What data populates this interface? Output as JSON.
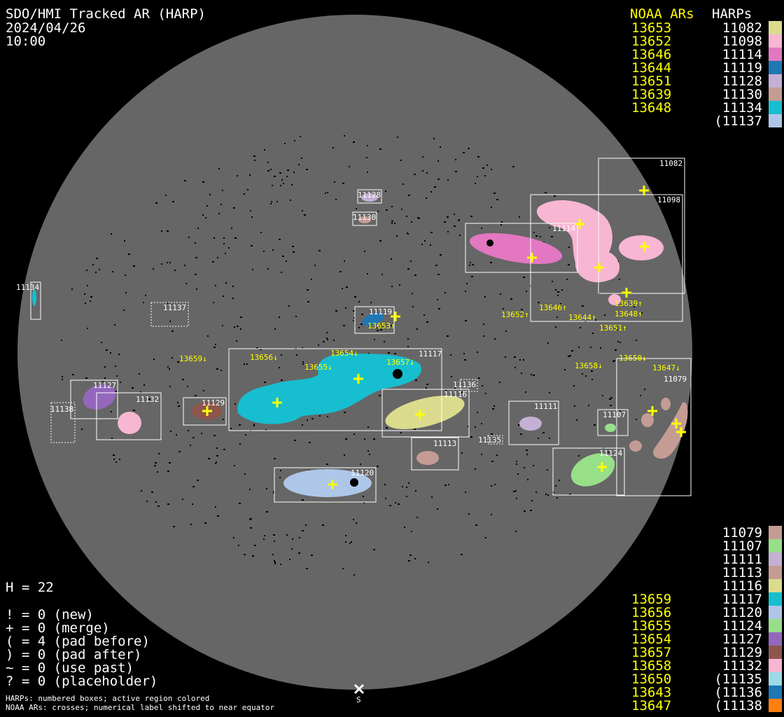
{
  "header": {
    "title": "SDO/HMI Tracked AR (HARP)",
    "date": "2024/04/26",
    "time": "10:00"
  },
  "legend_top": {
    "noaa_header": "NOAA ARs",
    "harp_header": "HARPs",
    "rows": [
      {
        "noaa": "13653",
        "harp": "11082",
        "color": "#dbdb8d"
      },
      {
        "noaa": "13652",
        "harp": "11098",
        "color": "#f7b6d2"
      },
      {
        "noaa": "13646",
        "harp": "11114",
        "color": "#e377c2"
      },
      {
        "noaa": "13644",
        "harp": "11119",
        "color": "#1f77b4"
      },
      {
        "noaa": "13651",
        "harp": "11128",
        "color": "#c5b0d5"
      },
      {
        "noaa": "13639",
        "harp": "11130",
        "color": "#c49c94"
      },
      {
        "noaa": "13648",
        "harp": "11134",
        "color": "#17becf"
      },
      {
        "noaa": "",
        "harp": "(11137",
        "color": "#aec7e8"
      }
    ]
  },
  "legend_bottom": {
    "rows": [
      {
        "noaa": "",
        "harp": "11079",
        "color": "#c49c94"
      },
      {
        "noaa": "",
        "harp": "11107",
        "color": "#98df8a"
      },
      {
        "noaa": "",
        "harp": "11111",
        "color": "#c5b0d5"
      },
      {
        "noaa": "",
        "harp": "11113",
        "color": "#c49c94"
      },
      {
        "noaa": "",
        "harp": "11116",
        "color": "#dbdb8d"
      },
      {
        "noaa": "13659",
        "harp": "11117",
        "color": "#17becf"
      },
      {
        "noaa": "13656",
        "harp": "11120",
        "color": "#aec7e8"
      },
      {
        "noaa": "13655",
        "harp": "11124",
        "color": "#98df8a"
      },
      {
        "noaa": "13654",
        "harp": "11127",
        "color": "#9467bd"
      },
      {
        "noaa": "13657",
        "harp": "11129",
        "color": "#8c564b"
      },
      {
        "noaa": "13658",
        "harp": "11132",
        "color": "#f7b6d2"
      },
      {
        "noaa": "13650",
        "harp": "(11135",
        "color": "#9edae5"
      },
      {
        "noaa": "13643",
        "harp": "(11136",
        "color": "#1f77b4"
      },
      {
        "noaa": "13647",
        "harp": "(11138",
        "color": "#ff7f0e"
      }
    ]
  },
  "stats": {
    "h": "H = 22",
    "lines": [
      "! = 0 (new)",
      "+ = 0 (merge)",
      "( = 4 (pad before)",
      ") = 0 (pad after)",
      "~ = 0 (use past)",
      "? = 0 (placeholder)"
    ]
  },
  "notes": [
    "HARPs: numbered boxes; active region colored",
    "NOAA ARs: crosses; numerical label shifted to near equator"
  ],
  "disk": {
    "south_marker": "S",
    "harp_labels": {
      "h11082": "11082",
      "h11098": "11098",
      "h11114": "11114",
      "h11128": "11128",
      "h11130": "11130",
      "h11134": "11134",
      "h11137": "11137",
      "h11119": "11119",
      "h11117": "11117",
      "h11116": "11116",
      "h11136": "11136",
      "h11129": "11129",
      "h11127": "11127",
      "h11132": "11132",
      "h11138": "11138",
      "h11135": "11135",
      "h11113": "11113",
      "h11111": "11111",
      "h11107": "11107",
      "h11124": "11124",
      "h11079": "11079",
      "h11120": "11120"
    },
    "noaa_labels": {
      "n13652": "13652↑",
      "n13646": "13646↑",
      "n13644": "13644↑",
      "n13639": "13639↑",
      "n13648": "13648↑",
      "n13651": "13651↑",
      "n13653": "13653↑",
      "n13659": "13659↓",
      "n13656": "13656↓",
      "n13654": "13654↓",
      "n13655": "13655↓",
      "n13657": "13657↓",
      "n13658": "13658↓",
      "n13650": "13650↓",
      "n13647": "13647↓"
    }
  }
}
